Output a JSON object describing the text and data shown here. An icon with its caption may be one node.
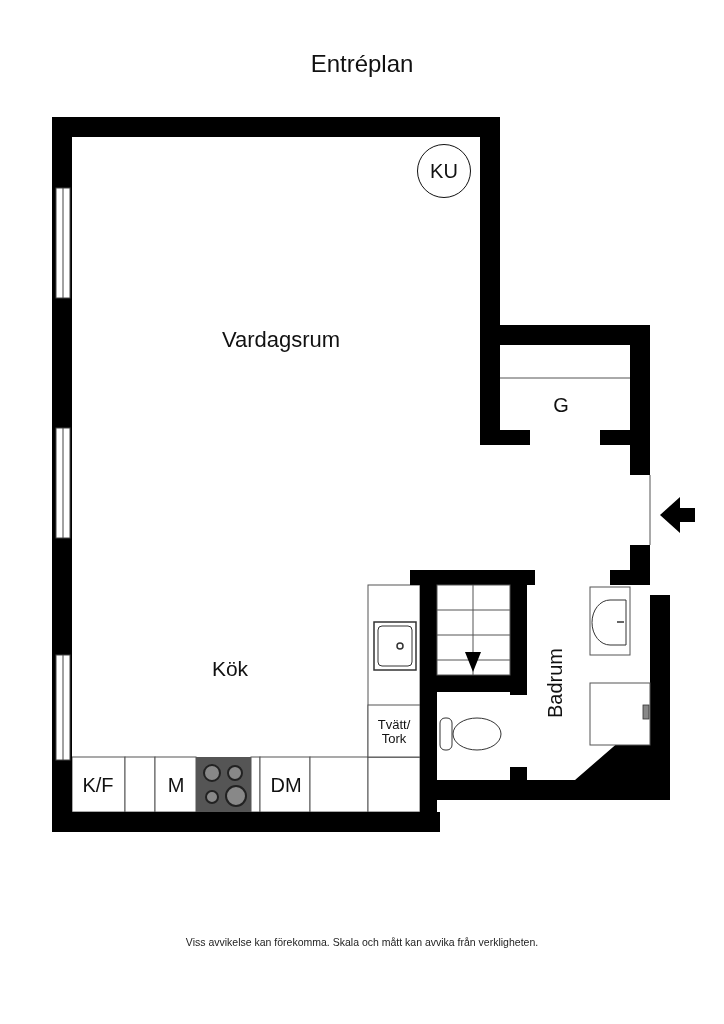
{
  "diagram": {
    "title": "Entréplan",
    "nodes": [
      {
        "text": [
          "KU"
        ]
      }
    ],
    "labels": [
      "Vardagsrum",
      "G",
      "Kök",
      "Tvätt/ Tork",
      "Badrum",
      "K/F",
      "M",
      "DM"
    ],
    "caption": "Viss avvikelse kan förekomma. Skala och mått kan avvika från verkligheten."
  }
}
